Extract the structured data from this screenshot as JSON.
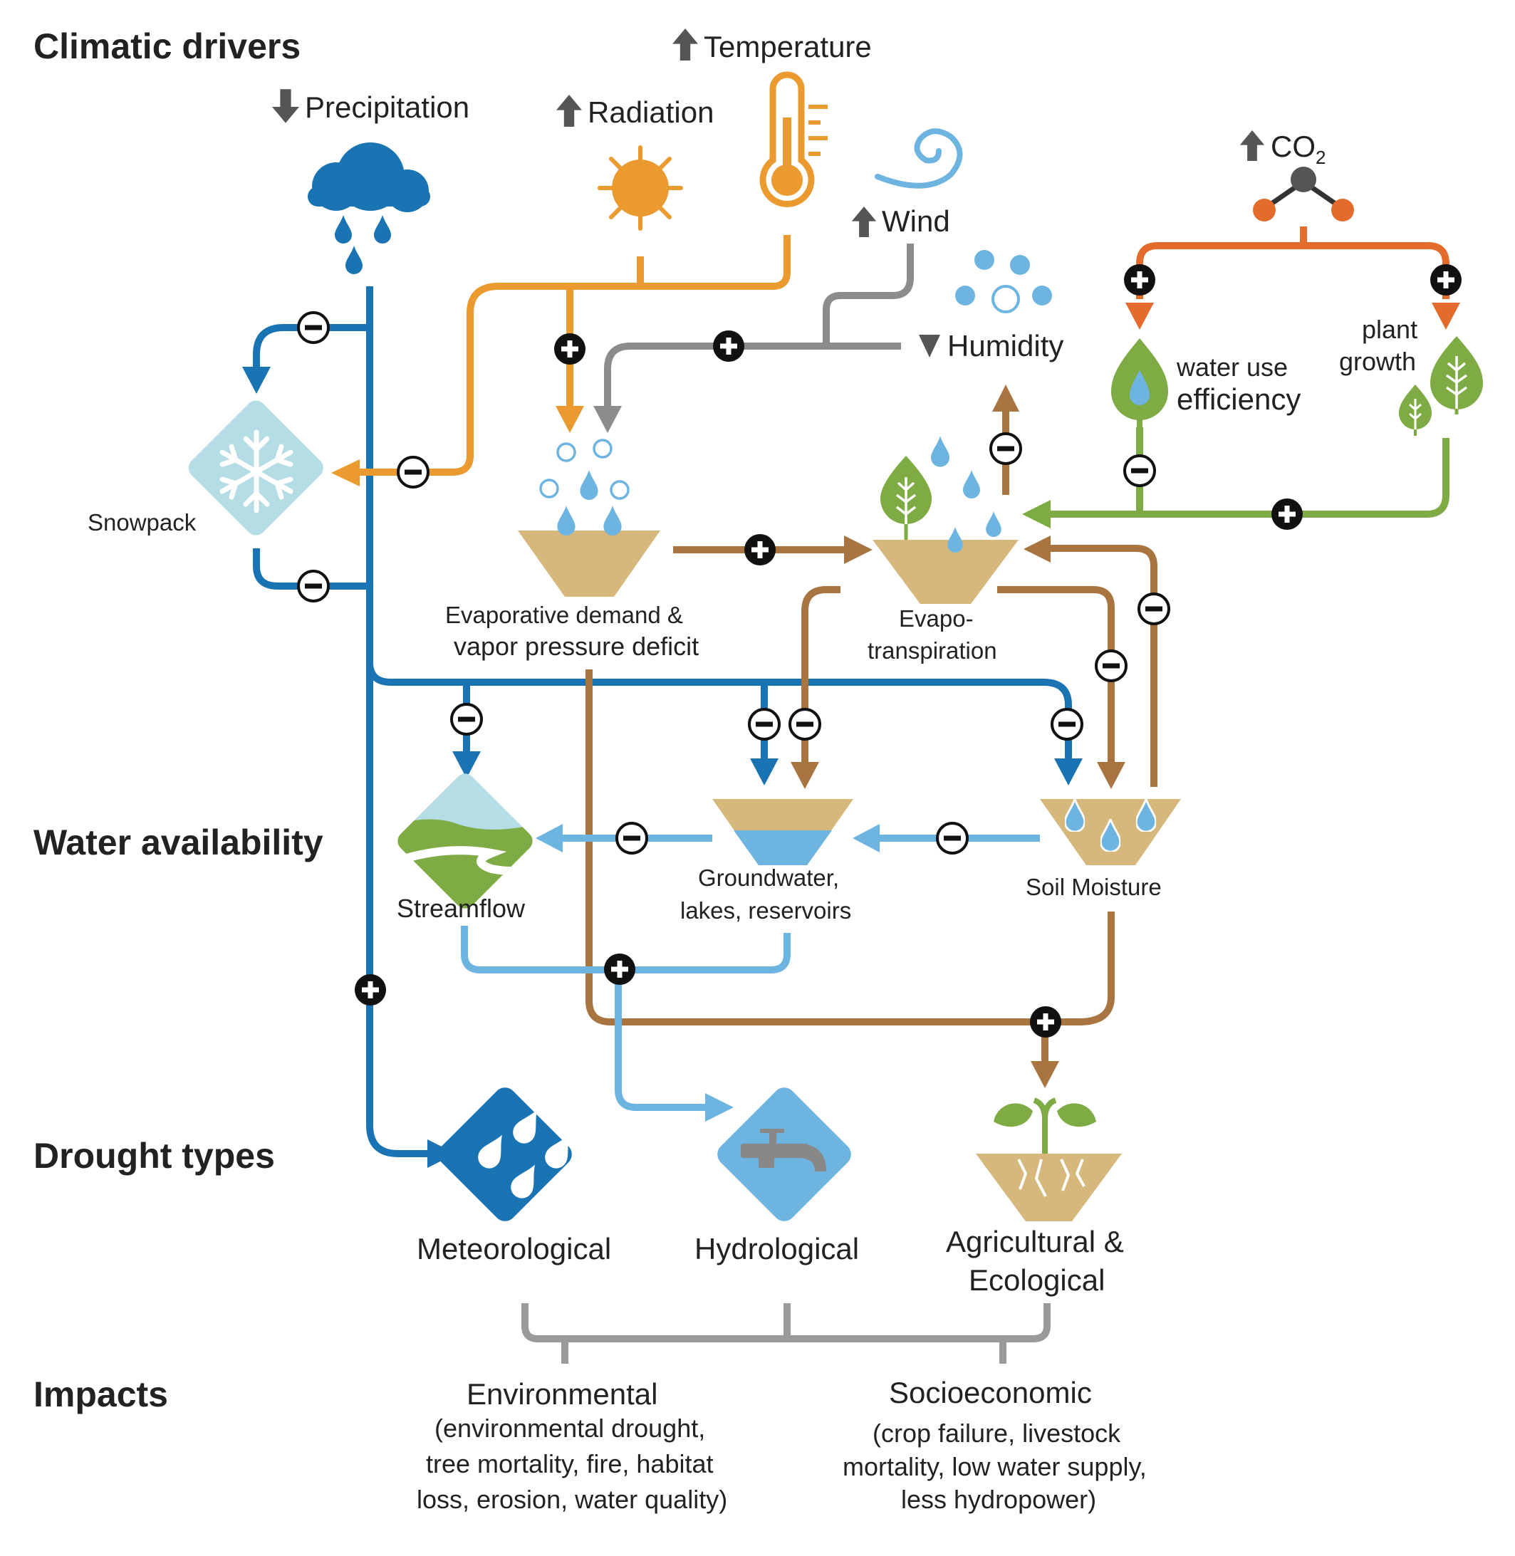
{
  "sections": {
    "climatic": "Climatic drivers",
    "water": "Water availability",
    "drought": "Drought types",
    "impacts": "Impacts"
  },
  "drivers": {
    "precipitation": "Precipitation",
    "radiation": "Radiation",
    "temperature": "Temperature",
    "wind": "Wind",
    "humidity": "Humidity",
    "co2": "CO",
    "co2_sub": "2",
    "water_use_1": "water use",
    "water_use_2": "efficiency",
    "plant_1": "plant",
    "plant_2": "growth"
  },
  "nodes": {
    "snowpack": "Snowpack",
    "evap_demand_1": "Evaporative demand &",
    "evap_demand_2": "vapor pressure deficit",
    "et_1": "Evapo-",
    "et_2": "transpiration",
    "streamflow": "Streamflow",
    "groundwater_1": "Groundwater,",
    "groundwater_2": "lakes, reservoirs",
    "soil": "Soil Moisture"
  },
  "drought_types": {
    "meteorological": "Meteorological",
    "hydrological": "Hydrological",
    "agri_1": "Agricultural &",
    "agri_2": "Ecological"
  },
  "impacts": {
    "env_title": "Environmental",
    "env_1": "(environmental drought,",
    "env_2": "tree mortality, fire, habitat",
    "env_3": "loss, erosion, water quality)",
    "soc_title": "Socioeconomic",
    "soc_1": "(crop failure, livestock",
    "soc_2": "mortality, low water supply,",
    "soc_3": "less hydropower)"
  },
  "colors": {
    "dark_blue": "#1a74b4",
    "light_blue": "#6db4e0",
    "orange": "#ea9a2e",
    "gray": "#8c8c8c",
    "brown": "#a87440",
    "green": "#7fab45",
    "red_orange": "#e36b2b",
    "sand": "#d6b87c",
    "snow_bg": "#b5dde6"
  },
  "icons": [
    "arrow-up-icon",
    "arrow-down-icon",
    "cloud-rain-icon",
    "sun-icon",
    "thermometer-icon",
    "wind-swirl-icon",
    "humidity-drops-icon",
    "co2-molecule-icon",
    "leaf-icon",
    "snowflake-icon",
    "river-icon",
    "faucet-icon",
    "seedling-icon",
    "plus-icon",
    "minus-icon"
  ]
}
